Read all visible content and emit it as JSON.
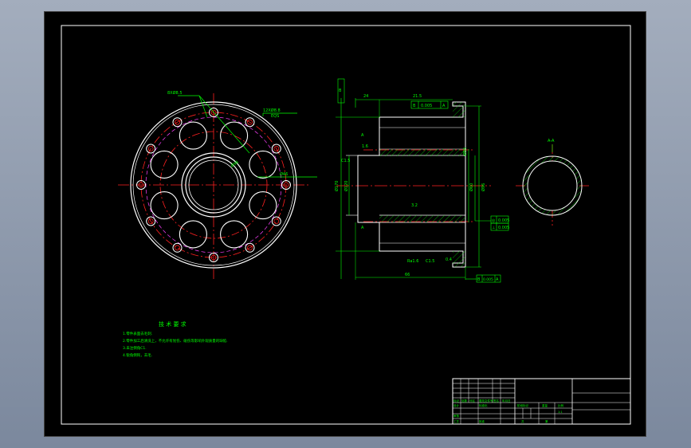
{
  "colors": {
    "background": "#000000",
    "outline": "#ffffff",
    "centerline": "#ff2020",
    "dimension": "#00ff00",
    "hidden_circle": "#ff40ff",
    "hatch": "#00ff00"
  },
  "front_view": {
    "leader_label_1": "8XØ8.5",
    "leader_label_2": "12XØ8.8",
    "leader_label_2b": "EQS",
    "pcd_label": "Ø98",
    "inner_label": "Ø46"
  },
  "section_view": {
    "datum_label": "B",
    "dim_top_left": "24",
    "dim_top_mid": "21.5",
    "fcf_top": [
      "B",
      "0.005",
      "A"
    ],
    "dim_right_1": "Ø55",
    "dim_right_2": "Ø96",
    "dim_left_1": "Ø170",
    "dim_left_2": "Ø120",
    "dim_hub": "Ø60",
    "chamfer_left": "C1.5",
    "fcf_right_1": [
      "◎",
      "0.005"
    ],
    "fcf_right_2": [
      "⊥",
      "0.005"
    ],
    "dim_bottom": "66",
    "fcf_bottom": [
      "B",
      "0.005",
      "A"
    ],
    "roughness_1": "1.6",
    "roughness_2": "3.2",
    "cut_label_top": "A",
    "cut_label_bottom": "A",
    "surface_note": "Ra1.6",
    "chamfer_bottom": "C1.5",
    "rough_bottom": "0.4"
  },
  "detail_view": {
    "label": "A-A"
  },
  "tech_requirements": {
    "title": "技 术 要 求",
    "lines": [
      "1.零件表面去毛刺.",
      "2.零件加工后清洗上，不允许有划伤、碰伤等影响外观质量的缺陷.",
      "3.未注倒角C1.",
      "4.锐角倒钝，去毛."
    ]
  },
  "title_block": {
    "row_labels": [
      "标记",
      "处数",
      "分区",
      "更改文件号",
      "签名",
      "年月日"
    ],
    "design": "设计",
    "standard": "标准化",
    "review": "审核",
    "process": "工艺",
    "approve": "批准",
    "stage_label": "阶段标记",
    "weight": "重量",
    "scale": "比例",
    "scale_value": "1:1",
    "sheet": "共",
    "sheet2": "第",
    "part_name": "",
    "drawing_no": ""
  }
}
